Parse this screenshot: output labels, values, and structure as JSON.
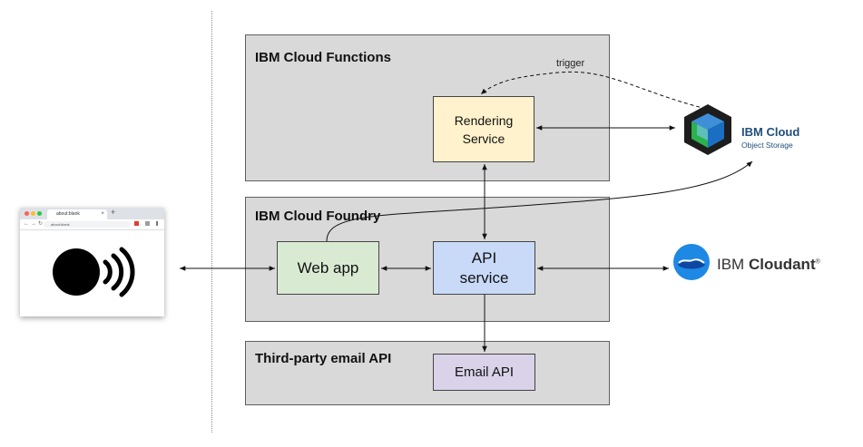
{
  "groups": {
    "functions": "IBM Cloud Functions",
    "foundry": "IBM Cloud Foundry",
    "email": "Third-party email API"
  },
  "nodes": {
    "rendering": "Rendering\nService",
    "webapp": "Web app",
    "api": "API\nservice",
    "emailapi": "Email API"
  },
  "edge_labels": {
    "trigger": "trigger"
  },
  "logos": {
    "cos_title": "IBM Cloud",
    "cos_subtitle": "Object Storage",
    "cloudant_prefix": "IBM ",
    "cloudant_name": "Cloudant",
    "cloudant_mark": "®"
  },
  "browser": {
    "tab_title": "about:blank",
    "url": "about:blank"
  },
  "colors": {
    "group_fill": "#d9d9d9",
    "rendering_fill": "#fff2cc",
    "webapp_fill": "#d9ead3",
    "api_fill": "#c9daf8",
    "emailapi_fill": "#d9d2e9",
    "ibm_blue": "#1f70c1",
    "cloudant_blue": "#1e88e5"
  }
}
